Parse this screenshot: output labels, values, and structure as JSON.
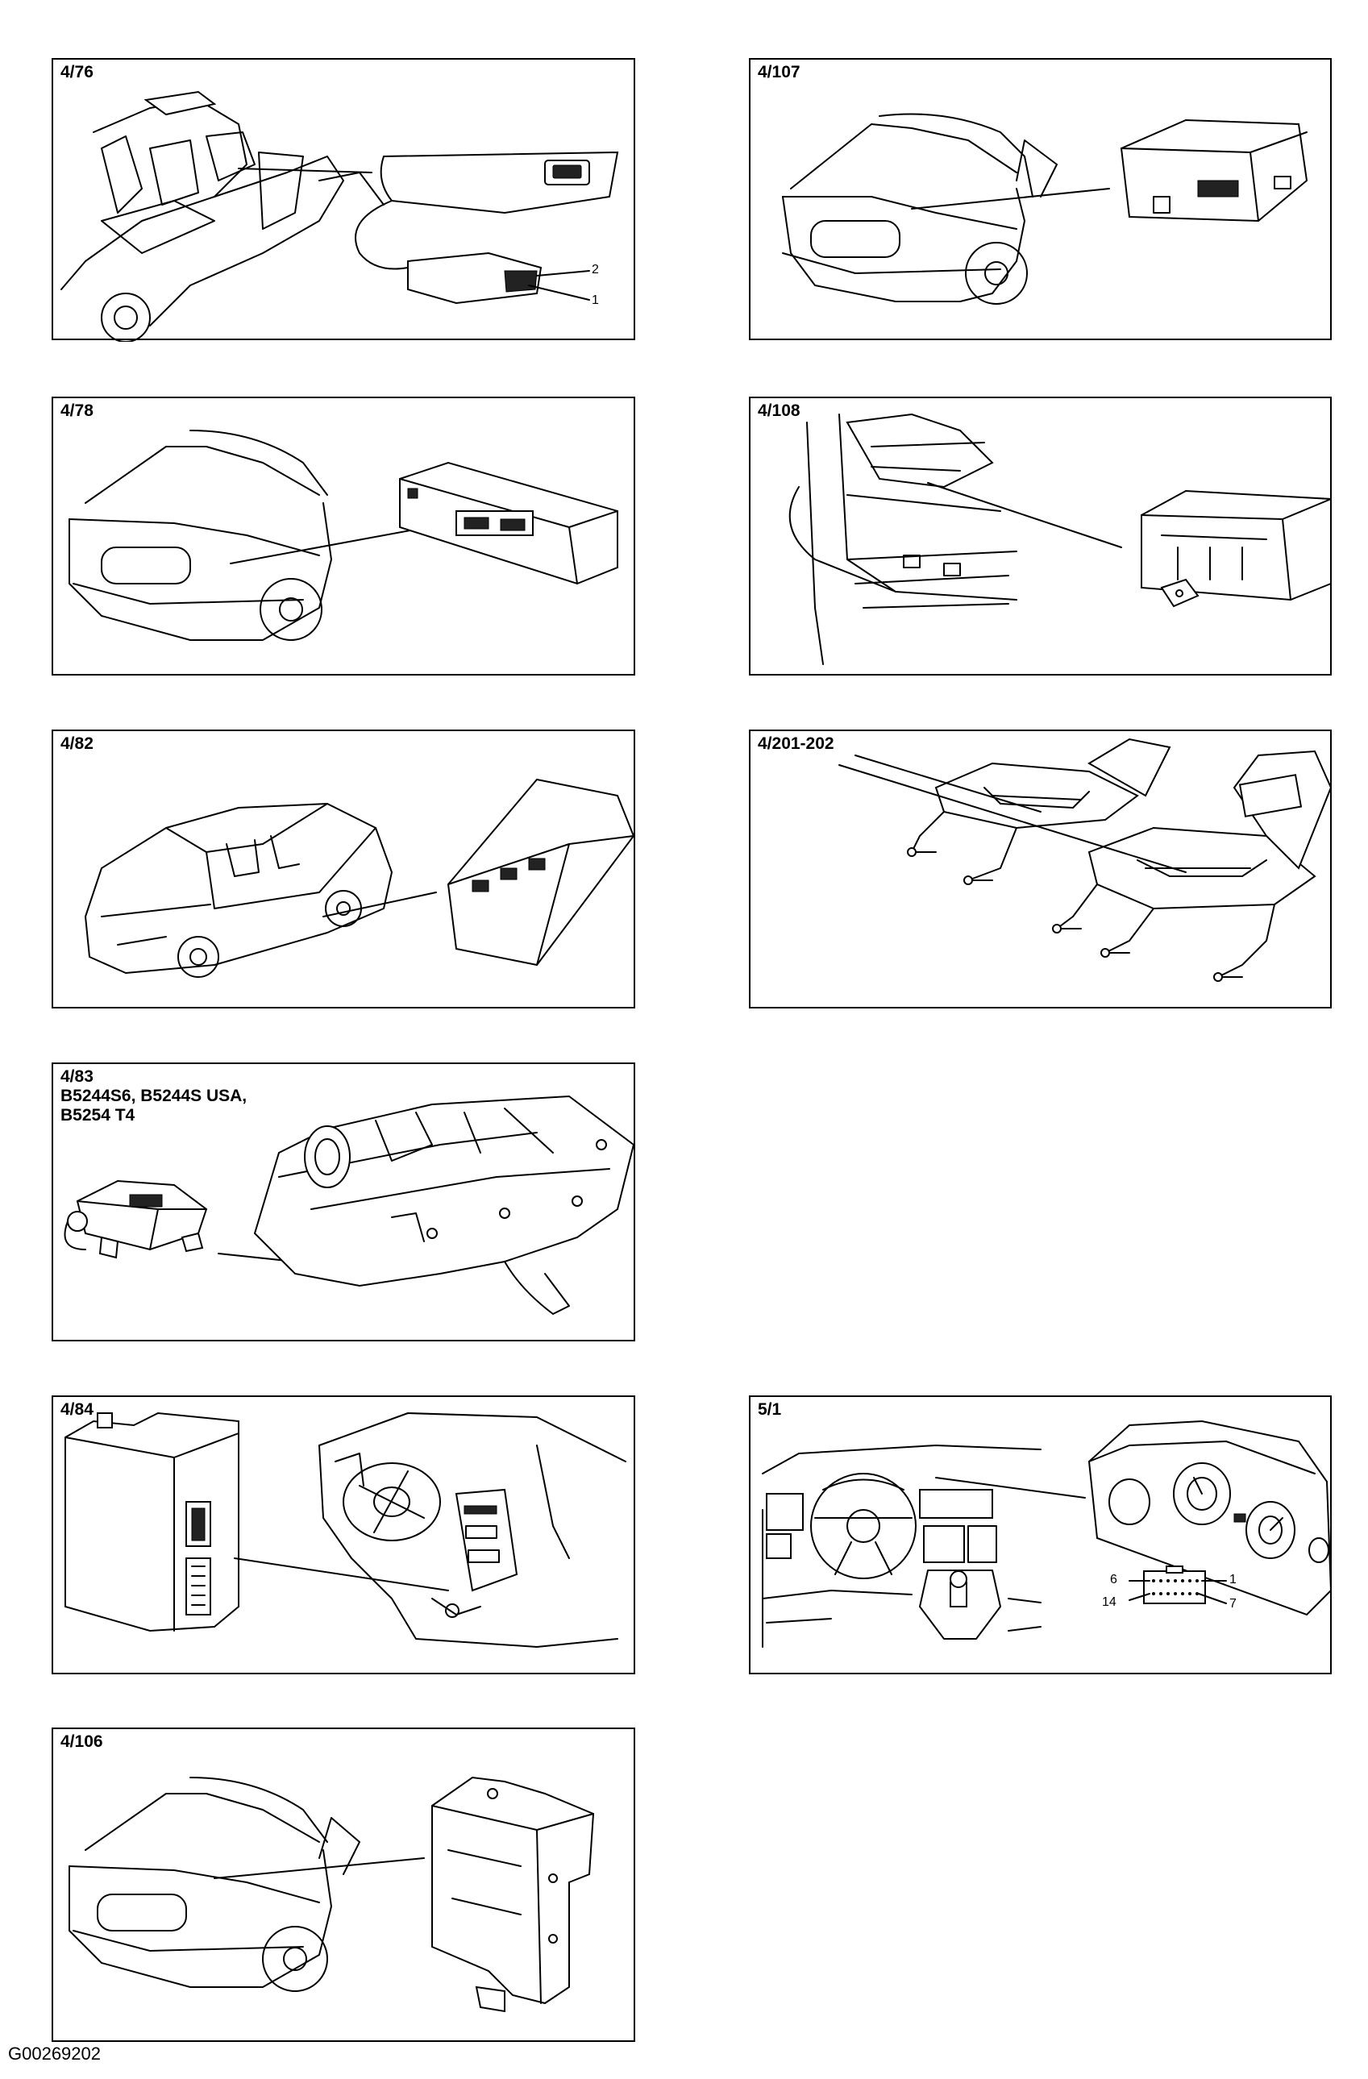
{
  "panels": [
    {
      "id": "4/76",
      "label": "4/76",
      "callouts": [
        "2",
        "1"
      ]
    },
    {
      "id": "4/107",
      "label": "4/107"
    },
    {
      "id": "4/78",
      "label": "4/78"
    },
    {
      "id": "4/108",
      "label": "4/108"
    },
    {
      "id": "4/82",
      "label": "4/82"
    },
    {
      "id": "4/201-202",
      "label": "4/201-202"
    },
    {
      "id": "4/83",
      "label": "4/83\nB5244S6, B5244S USA,\nB5254 T4"
    },
    {
      "id": "4/84",
      "label": "4/84"
    },
    {
      "id": "5/1",
      "label": "5/1",
      "callouts": [
        "6",
        "1",
        "14",
        "7"
      ]
    },
    {
      "id": "4/106",
      "label": "4/106"
    }
  ],
  "footer_code": "G00269202"
}
